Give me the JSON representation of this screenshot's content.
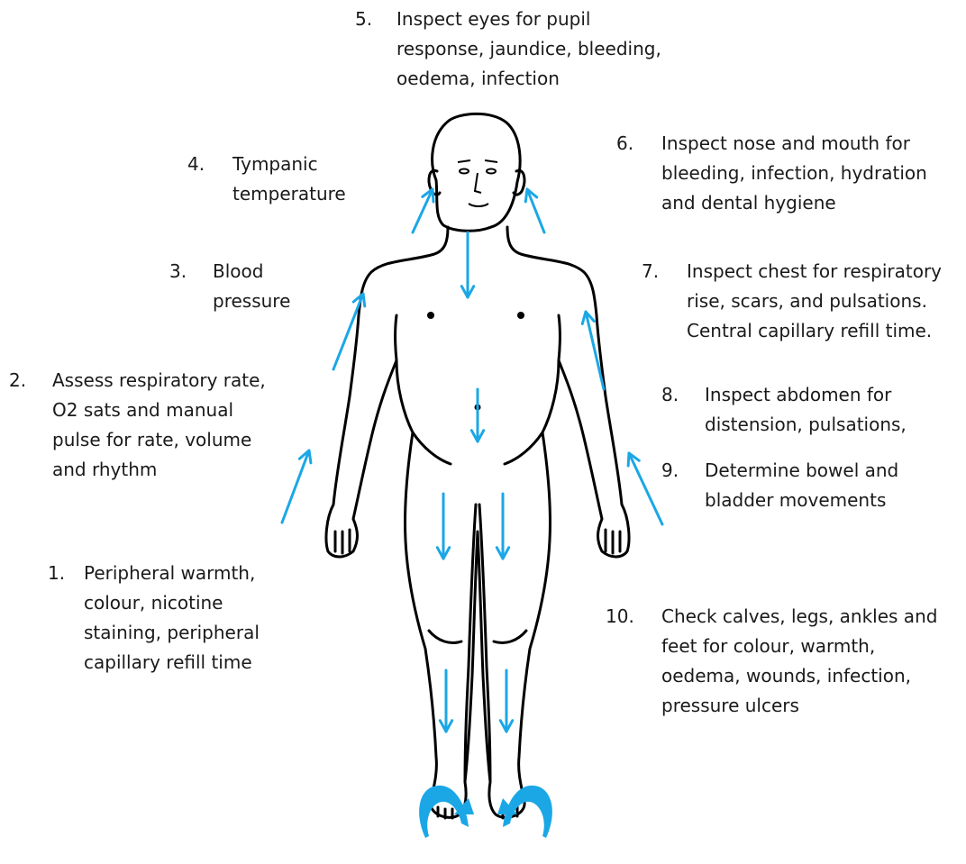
{
  "colors": {
    "arrow": "#1ba7e6",
    "outline": "#000000",
    "text": "#1a1a1a",
    "background": "#ffffff"
  },
  "steps": [
    {
      "number": "1.",
      "lines": [
        "Peripheral warmth,",
        "colour, nicotine",
        "staining, peripheral",
        "capillary refill time"
      ]
    },
    {
      "number": "2.",
      "lines": [
        "Assess respiratory rate,",
        "O2 sats and manual",
        "pulse for rate, volume",
        "and rhythm"
      ]
    },
    {
      "number": "3.",
      "lines": [
        "Blood",
        "pressure"
      ]
    },
    {
      "number": "4.",
      "lines": [
        "Tympanic",
        "temperature"
      ]
    },
    {
      "number": "5.",
      "lines": [
        "Inspect eyes for pupil",
        "response, jaundice, bleeding,",
        "oedema, infection"
      ]
    },
    {
      "number": "6.",
      "lines": [
        "Inspect nose and mouth for",
        "bleeding,  infection, hydration",
        "and dental hygiene"
      ]
    },
    {
      "number": "7.",
      "lines": [
        "Inspect chest for respiratory",
        "rise, scars, and pulsations.",
        "Central capillary refill time."
      ]
    },
    {
      "number": "8.",
      "lines": [
        "Inspect abdomen for",
        "distension, pulsations,"
      ]
    },
    {
      "number": "9.",
      "lines": [
        "Determine bowel and",
        "bladder movements"
      ]
    },
    {
      "number": "10.",
      "lines": [
        "Check calves, legs, ankles and",
        "feet for colour, warmth,",
        "oedema, wounds, infection,",
        "pressure ulcers"
      ]
    }
  ]
}
